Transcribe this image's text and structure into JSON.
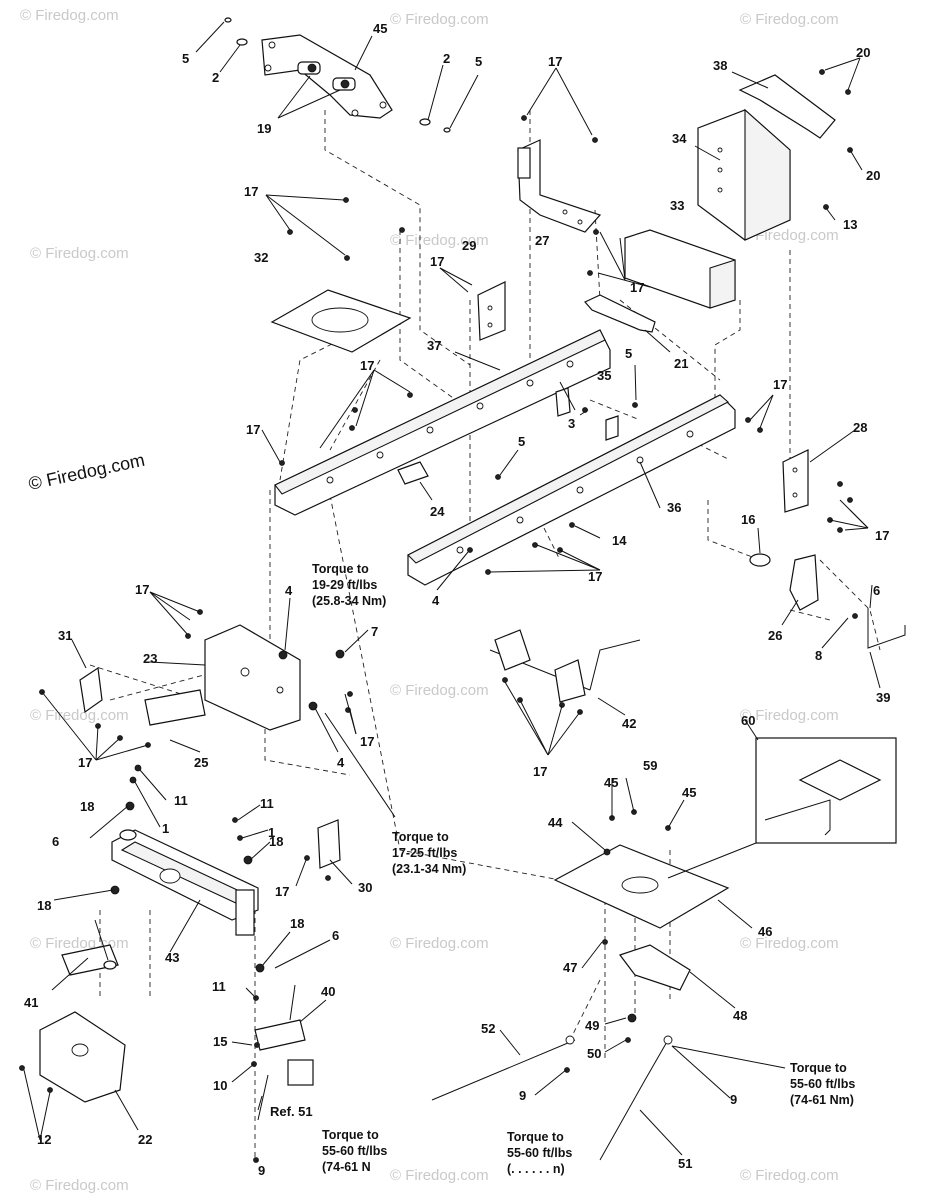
{
  "watermark": {
    "text": "© Firedog.com",
    "main_text": "© Firedog.com"
  },
  "labels": {
    "l5a": "5",
    "l2a": "2",
    "l45a": "45",
    "l19": "19",
    "l2b": "2",
    "l5b": "5",
    "l17a": "17",
    "l27": "27",
    "l38": "38",
    "l20a": "20",
    "l34": "34",
    "l20b": "20",
    "l17b": "17",
    "l32": "32",
    "l29": "29",
    "l17c": "17",
    "l33": "33",
    "l13": "13",
    "l17d": "17",
    "l21": "21",
    "l37": "37",
    "l17e": "17",
    "l35": "35",
    "l3": "3",
    "l5c": "5",
    "l17f": "17",
    "l28": "28",
    "l17g": "17",
    "l24": "24",
    "l5d": "5",
    "l36": "36",
    "l14": "14",
    "l17h": "17",
    "l4a": "4",
    "l16": "16",
    "l6a": "6",
    "l26": "26",
    "l8": "8",
    "l39": "39",
    "l17i": "17",
    "l31": "31",
    "l23": "23",
    "l4b": "4",
    "l7": "7",
    "l17j": "17",
    "l25": "25",
    "l4c": "4",
    "l17k": "17",
    "l42": "42",
    "l17l": "17",
    "l60": "60",
    "l18a": "18",
    "l11a": "11",
    "l1a": "1",
    "l6b": "6",
    "l18b": "18",
    "l11b": "11",
    "l1b": "1",
    "l18c": "18",
    "l17m": "17",
    "l30": "30",
    "l45b": "45",
    "l59": "59",
    "l45c": "45",
    "l44": "44",
    "l46": "46",
    "l43": "43",
    "l41": "41",
    "l18d": "18",
    "l6c": "6",
    "l47": "47",
    "l48": "48",
    "l11c": "11",
    "l40": "40",
    "l15": "15",
    "l49": "49",
    "l50": "50",
    "l52": "52",
    "l10": "10",
    "l22": "22",
    "l12": "12",
    "l9a": "9",
    "l9b": "9",
    "l9c": "9",
    "l51a": "51",
    "ref51": "Ref. 51"
  },
  "torque_notes": {
    "n1": [
      "Torque to",
      "19-29 ft/lbs",
      "(25.8-34 Nm)"
    ],
    "n2": [
      "Torque to",
      "17-25 ft/lbs",
      "(23.1-34 Nm)"
    ],
    "n3": [
      "Torque to",
      "55-60 ft/lbs",
      "(74-61 Nm)"
    ],
    "n4": [
      "Torque to",
      "55-60 ft/lbs",
      "(74-61 N"
    ],
    "n5": [
      "Torque to",
      "55-60 ft/lbs",
      "(. . . . . . n)"
    ]
  }
}
